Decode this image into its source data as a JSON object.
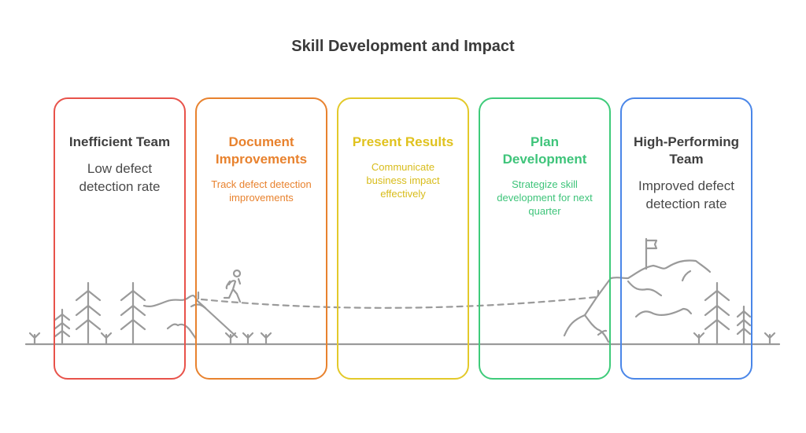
{
  "title": "Skill Development and Impact",
  "colors": {
    "red": "#e8524a",
    "orange": "#e8822e",
    "yellow": "#e3c92a",
    "green": "#3ecb7a",
    "blue": "#4a86e8",
    "ink": "#9a9a9a"
  },
  "stages": [
    {
      "title": "Inefficient Team",
      "description": "Low defect detection rate"
    },
    {
      "title": "Document Improvements",
      "description": "Track defect detection improvements"
    },
    {
      "title": "Present Results",
      "description": "Communicate business impact effectively"
    },
    {
      "title": "Plan Development",
      "description": "Strategize skill development for next quarter"
    },
    {
      "title": "High-Performing Team",
      "description": "Improved defect detection rate"
    }
  ]
}
